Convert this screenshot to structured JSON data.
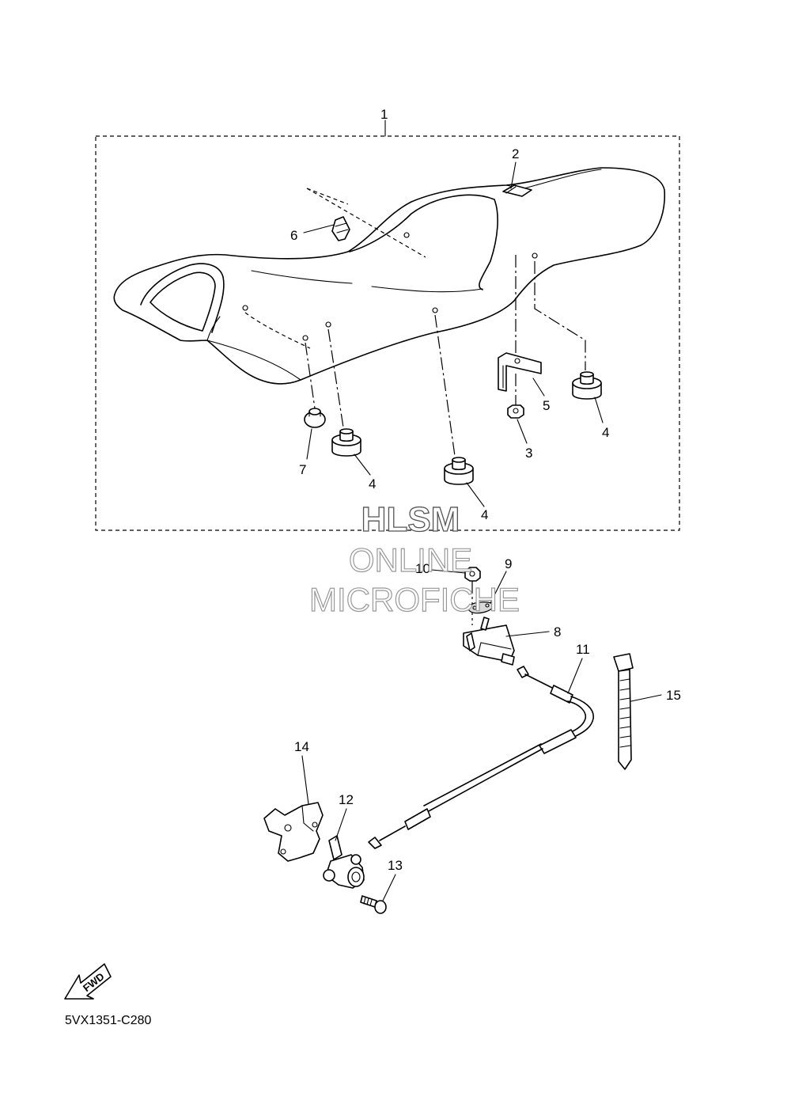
{
  "diagram": {
    "part_labels": [
      "1",
      "2",
      "3",
      "4",
      "5",
      "6",
      "7",
      "4",
      "4",
      "8",
      "9",
      "10",
      "11",
      "12",
      "13",
      "14",
      "15"
    ],
    "diagram_code": "5VX1351-C280",
    "fwd_label": "FWD",
    "watermark": {
      "line1": "HLSM",
      "line2": "ONLINE",
      "line3": "MICROFICHE"
    }
  }
}
